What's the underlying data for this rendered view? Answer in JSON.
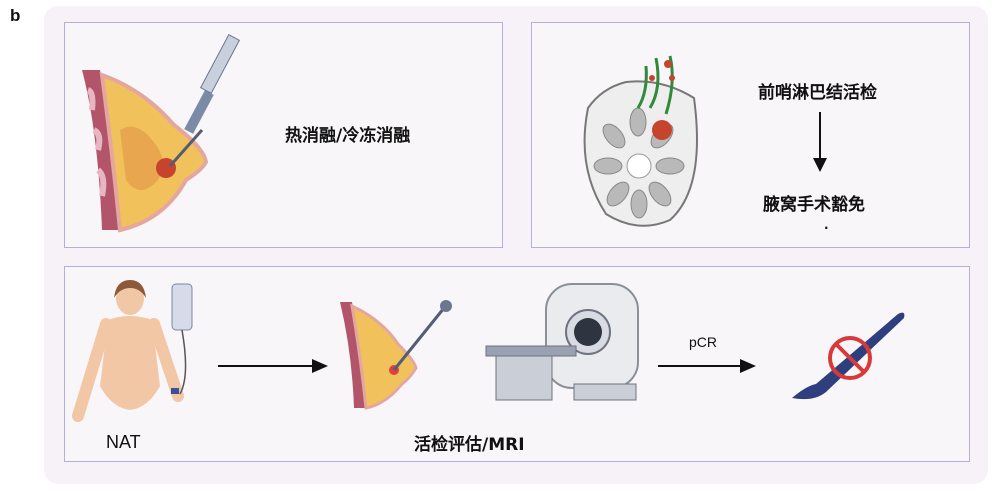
{
  "panel_label": "b",
  "ablation": {
    "label": "热消融/冷冻消融"
  },
  "lymph": {
    "step1": "前哨淋巴结活检",
    "step2": "腋窝手术豁免",
    "dot": "."
  },
  "flow": {
    "nat_label": "NAT",
    "biopsy_label": "活检评估/MRI",
    "pcr_label": "pCR"
  },
  "colors": {
    "frame_bg": "#f7f2f7",
    "box_border": "#b7b0d6",
    "breast_fat": "#f1c25b",
    "tumor": "#c6432d",
    "muscle": "#b3556a",
    "scalpel": "#2f3f7e",
    "forbid": "#d83a3a"
  },
  "icons": [
    "breast-ablation-icon",
    "breast-lymph-icon",
    "woman-infusion-icon",
    "breast-needle-icon",
    "mri-scanner-icon",
    "scalpel-forbidden-icon",
    "arrow-down-icon",
    "arrow-right-icon"
  ]
}
